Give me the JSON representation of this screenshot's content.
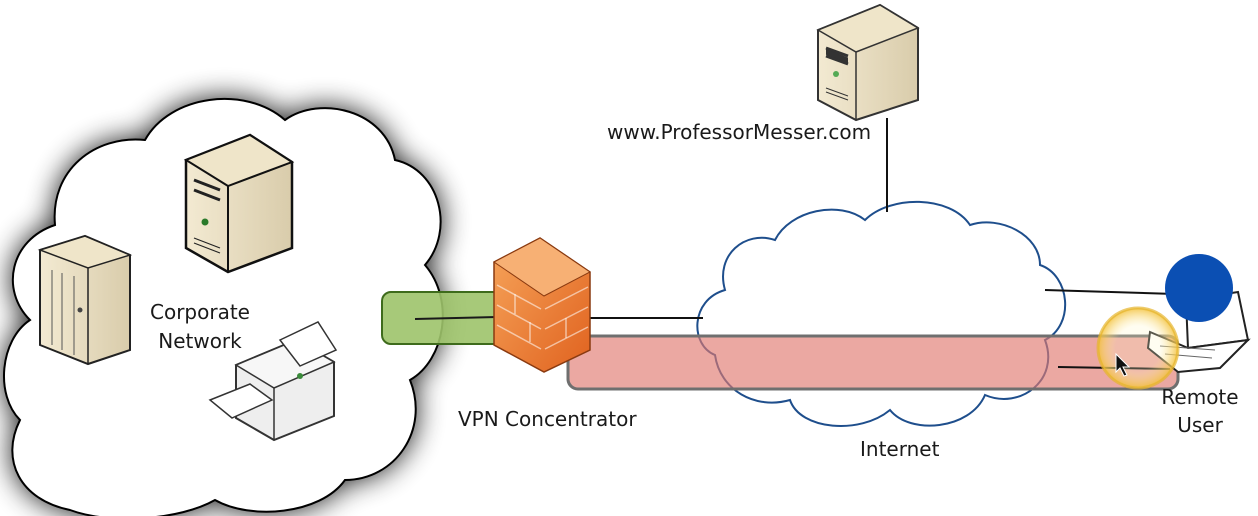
{
  "labels": {
    "corporate_network": [
      "Corporate",
      "Network"
    ],
    "vpn_concentrator": "VPN Concentrator",
    "internet": "Internet",
    "website": "www.ProfessorMesser.com",
    "remote_user": [
      "Remote",
      "User"
    ]
  },
  "colors": {
    "tunnel_fill": "#e79d96",
    "tunnel_stroke": "#8a8a8a",
    "corporate_link_fill": "#9dc36a",
    "firewall": "#f08a3c",
    "user_marker": "#0b4fb3",
    "highlight_ring": "#f4c542"
  },
  "icons": [
    "server-icon",
    "rack-server-icon",
    "printer-icon",
    "firewall-icon",
    "laptop-icon",
    "cloud-icon",
    "cursor-icon"
  ]
}
